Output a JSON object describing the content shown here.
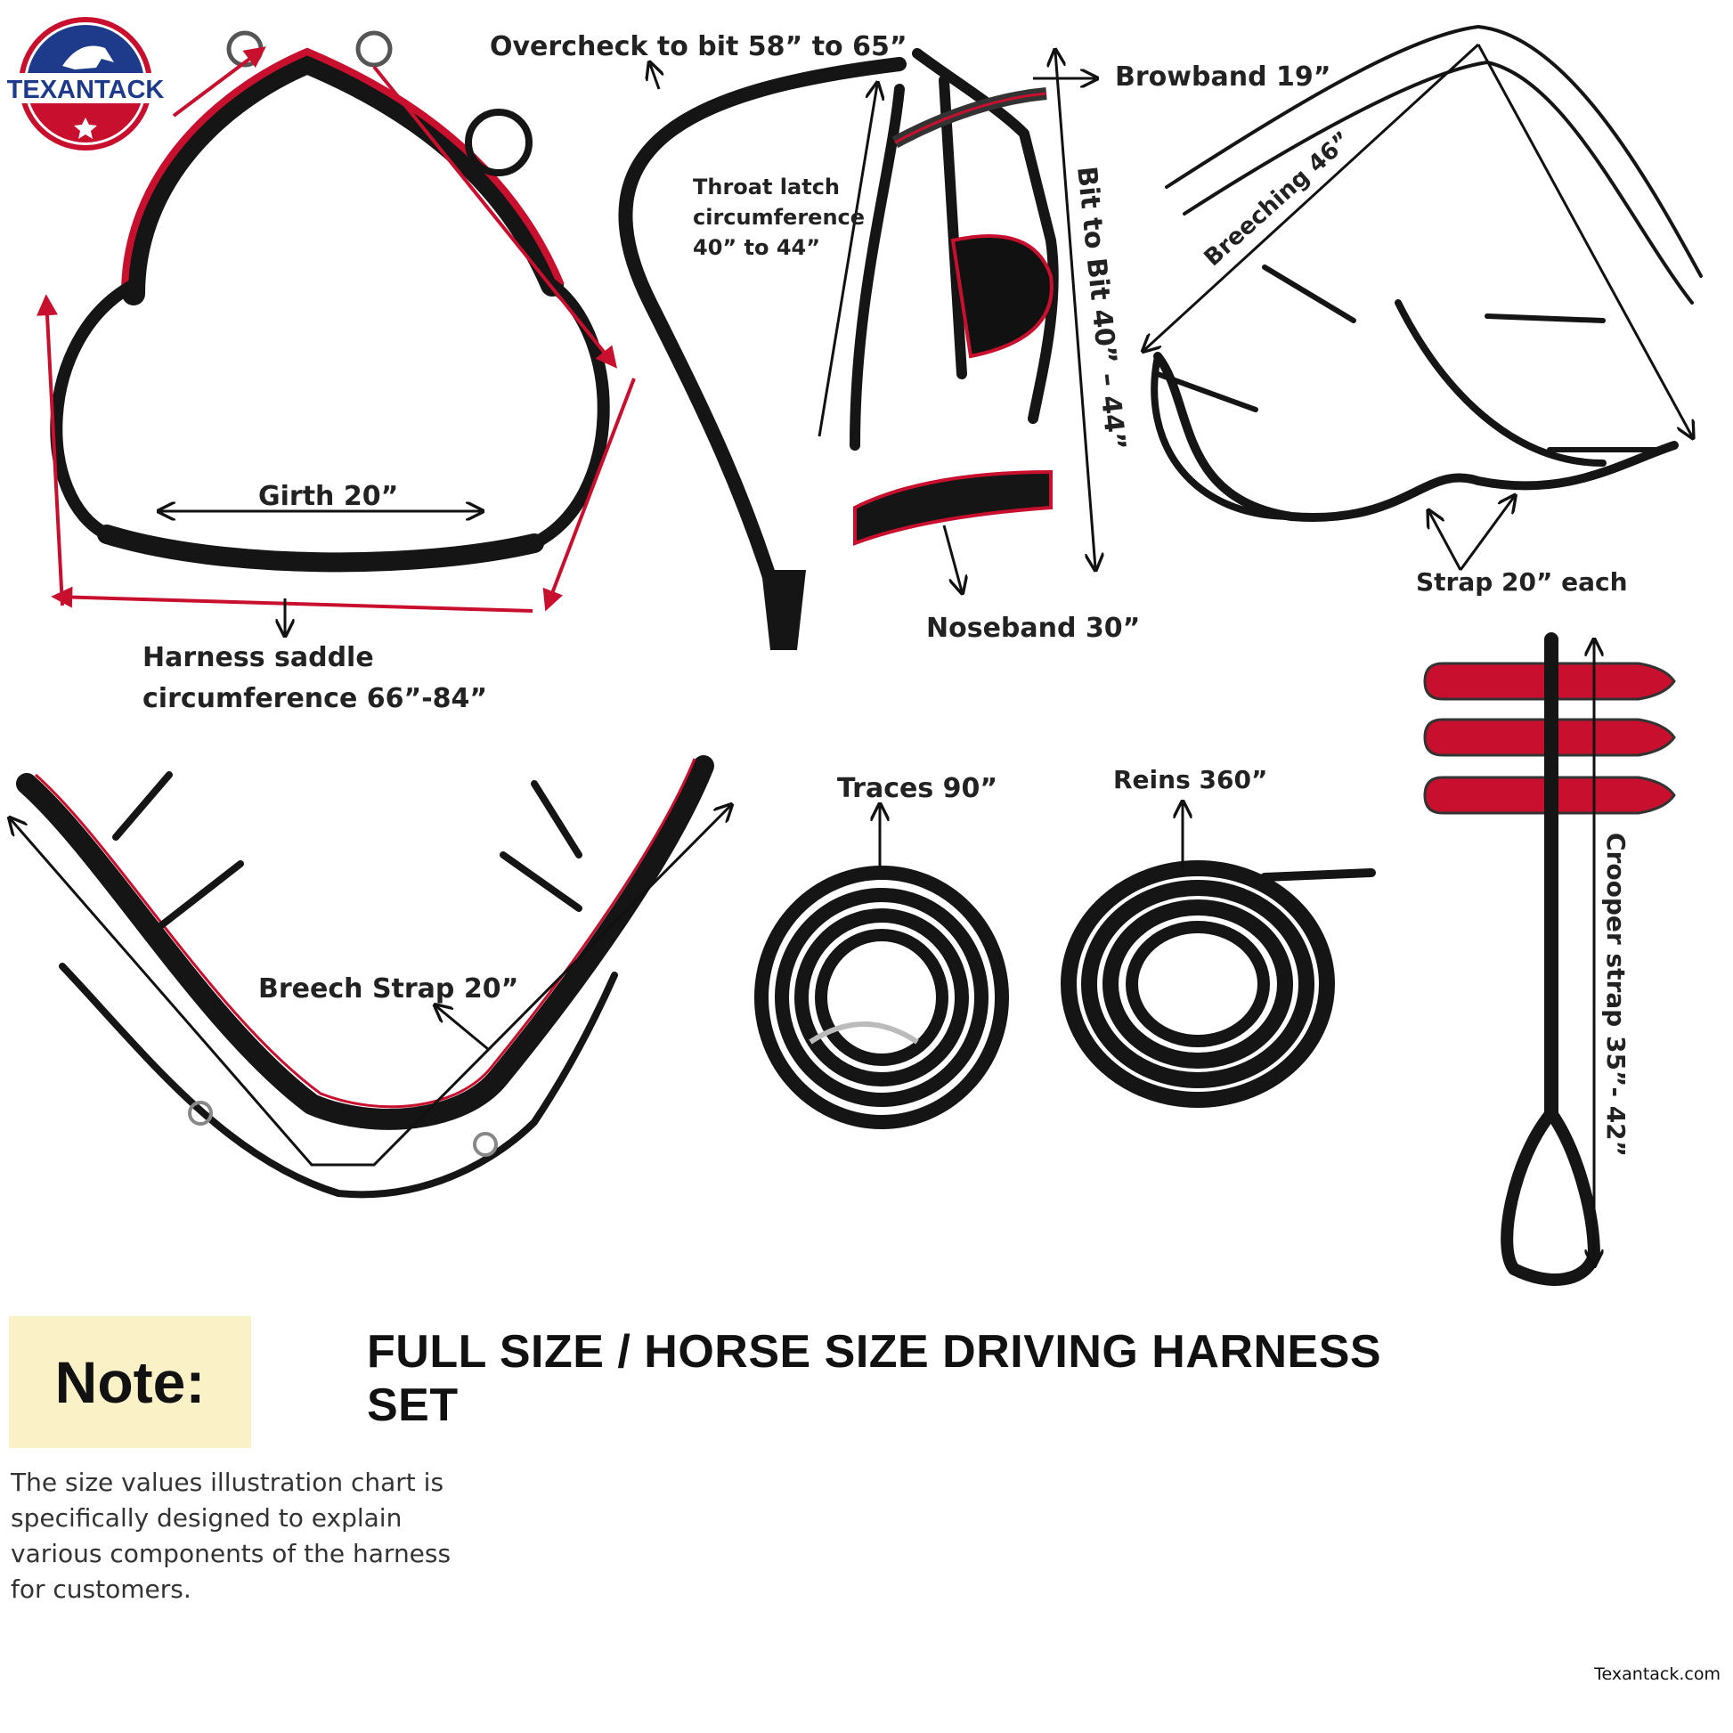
{
  "logo": {
    "text": "TEXANTACK"
  },
  "labels": {
    "overcheck": "Overcheck to bit 58” to 65”",
    "browband": "Browband 19”",
    "throatlatch_1": "Throat latch",
    "throatlatch_2": "circumference",
    "throatlatch_3": "40” to 44”",
    "bit_to_bit": "Bit to Bit  40” – 44”",
    "breeching": "Breeching 46”",
    "girth": "Girth 20”",
    "saddle_1": "Harness saddle",
    "saddle_2": "circumference 66”-84”",
    "noseband": "Noseband 30”",
    "strap_each": "Strap 20” each",
    "breech_strap": "Breech Strap 20”",
    "traces": "Traces 90”",
    "reins": "Reins 360”",
    "crooper": "Crooper strap 35”- 42”"
  },
  "heading": "FULL SIZE / HORSE SIZE DRIVING HARNESS SET",
  "note": {
    "title": "Note:",
    "text": "The size values illustration chart is specifically designed to explain various components of the harness for customers."
  },
  "site": "Texantack.com",
  "colors": {
    "accent_red": "#c8102e",
    "leather": "#151515",
    "logo_blue": "#1e3a8a",
    "note_bg": "#fbf1c7"
  }
}
